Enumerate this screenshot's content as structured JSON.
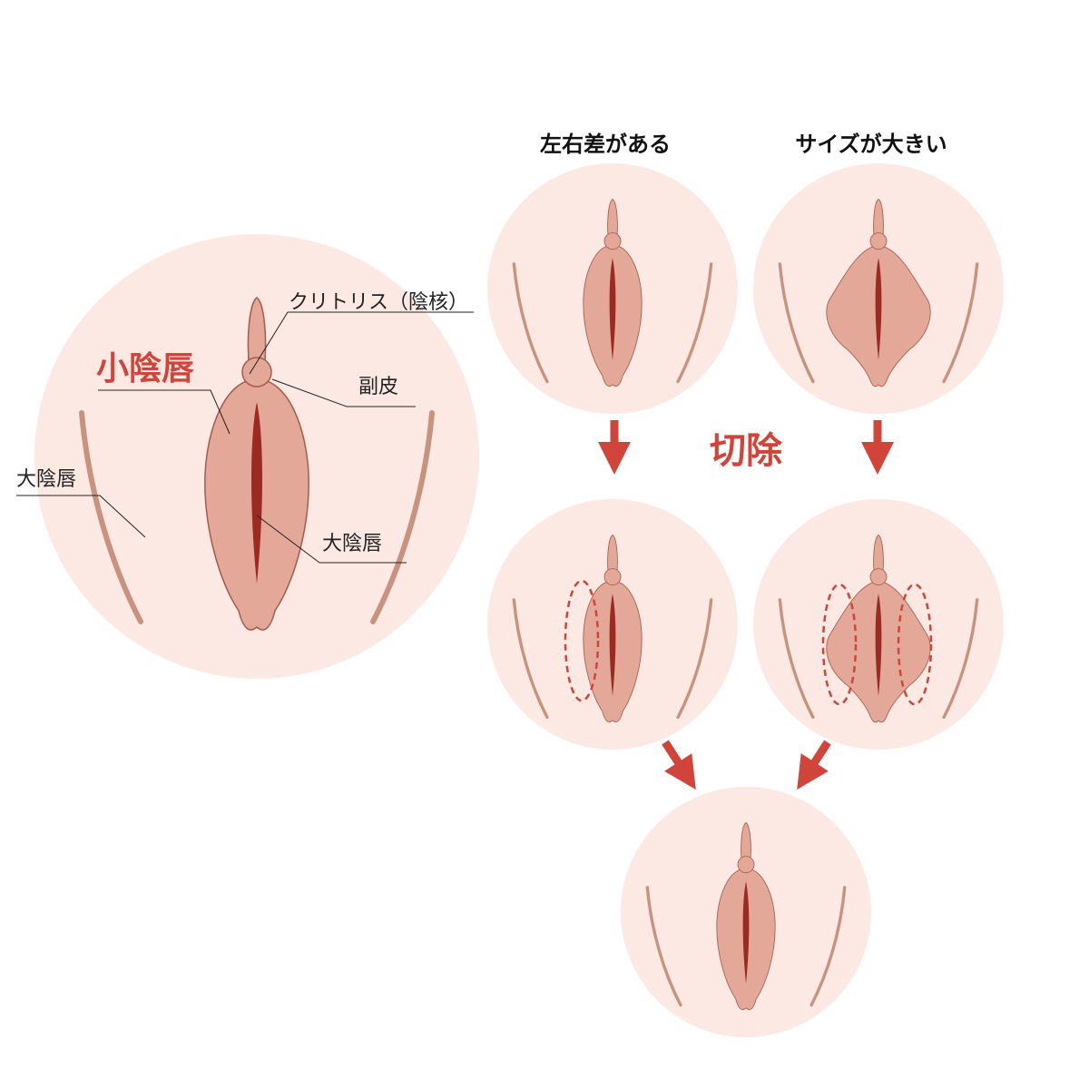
{
  "labels": {
    "clitoris": "クリトリス（陰核）",
    "labia_minora": "小陰唇",
    "prepuce": "副皮",
    "labia_majora_left": "大陰唇",
    "labia_majora_right": "大陰唇"
  },
  "headings": {
    "asymmetric": "左右差がある",
    "large": "サイズが大きい",
    "excision": "切除"
  },
  "colors": {
    "background_circle": "#fde9e3",
    "tissue": "#e3a898",
    "outline": "#a85a4a",
    "slit": "#9b2a22",
    "accent": "#d0443a"
  }
}
